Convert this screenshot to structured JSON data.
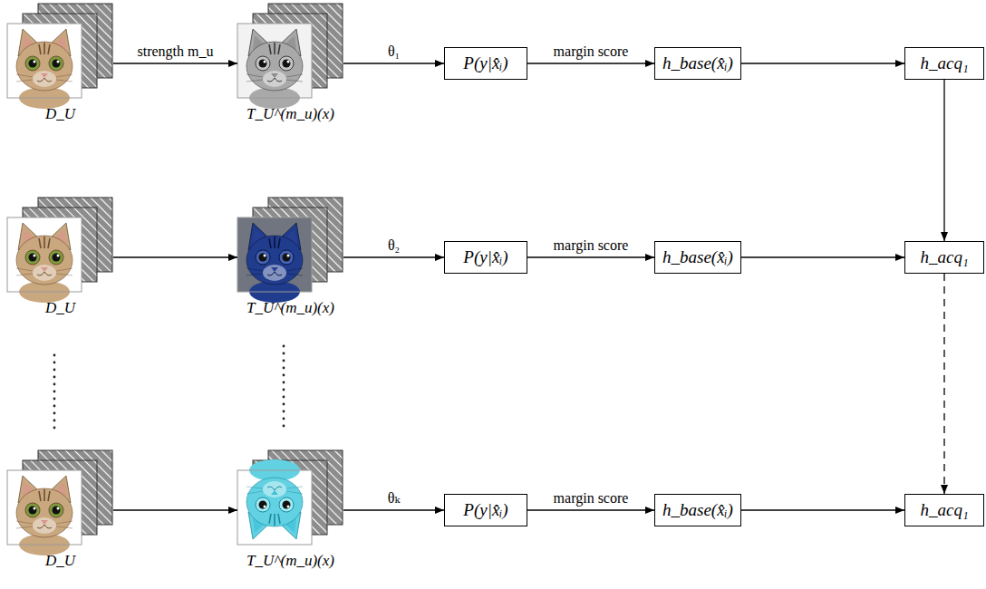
{
  "diagram": {
    "nodes": [
      {
        "text": [
          "D_U"
        ]
      },
      {
        "text": [
          "T_U^(m_u)(x)"
        ]
      },
      {
        "text": [
          "P(y|x̂ᵢ)"
        ]
      },
      {
        "text": [
          "h_base(x̂ᵢ)"
        ]
      },
      {
        "text": [
          "h_acq₁"
        ]
      },
      {
        "text": [
          "D_U"
        ]
      },
      {
        "text": [
          "T_U^(m_u)(x)"
        ]
      },
      {
        "text": [
          "P(y|x̂ᵢ)"
        ]
      },
      {
        "text": [
          "h_base(x̂ᵢ)"
        ]
      },
      {
        "text": [
          "h_acq₁"
        ]
      },
      {
        "text": [
          "D_U"
        ]
      },
      {
        "text": [
          "T_U^(m_u)(x)"
        ]
      },
      {
        "text": [
          "P(y|x̂ᵢ)"
        ]
      },
      {
        "text": [
          "h_base(x̂ᵢ)"
        ]
      },
      {
        "text": [
          "h_acq₁"
        ]
      }
    ],
    "edges": [
      {
        "from": 0,
        "to": 1,
        "label": "strength m_u",
        "arrow": "to"
      },
      {
        "from": 1,
        "to": 2,
        "label": "θ₁",
        "arrow": "to"
      },
      {
        "from": 2,
        "to": 3,
        "label": "margin score",
        "arrow": "to"
      },
      {
        "from": 3,
        "to": 4,
        "arrow": "to"
      },
      {
        "from": 4,
        "to": 9,
        "arrow": "to"
      },
      {
        "from": 5,
        "to": 6,
        "arrow": "to"
      },
      {
        "from": 6,
        "to": 7,
        "label": "θ₂",
        "arrow": "to"
      },
      {
        "from": 7,
        "to": 8,
        "label": "margin score",
        "arrow": "to"
      },
      {
        "from": 8,
        "to": 9,
        "arrow": "to"
      },
      {
        "from": 9,
        "to": 14,
        "arrow": "to"
      },
      {
        "from": 10,
        "to": 11,
        "arrow": "to"
      },
      {
        "from": 11,
        "to": 12,
        "label": "θₖ",
        "arrow": "to"
      },
      {
        "from": 12,
        "to": 13,
        "label": "margin score",
        "arrow": "to"
      },
      {
        "from": 13,
        "to": 14,
        "arrow": "to"
      }
    ]
  }
}
